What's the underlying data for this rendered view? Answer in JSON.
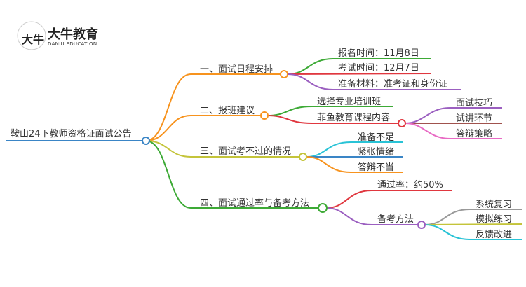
{
  "logo": {
    "name_cn": "大牛教育",
    "name_en": "DANIU EDUCATION",
    "mark": "大牛"
  },
  "root": {
    "label": "鞍山24下教师资格证面试公告",
    "color": "#3a85c6"
  },
  "branches": [
    {
      "label": "一、面试日程安排",
      "color": "#f7931e",
      "children": [
        {
          "label": "报名时间：11月8日",
          "color": "#3daa36"
        },
        {
          "label": "考试时间：12月7日",
          "color": "#e0373f"
        },
        {
          "label": "准备材料：准考证和身份证",
          "color": "#9b5fc0"
        }
      ]
    },
    {
      "label": "二、报班建议",
      "color": "#f7931e",
      "children": [
        {
          "label": "选择专业培训班",
          "color": "#3daa36"
        },
        {
          "label": "菲鱼教育课程内容",
          "color": "#e0373f",
          "children": [
            {
              "label": "面试技巧",
              "color": "#9b5fc0"
            },
            {
              "label": "试讲环节",
              "color": "#a0524d"
            },
            {
              "label": "答辩策略",
              "color": "#e86ac4"
            }
          ]
        }
      ]
    },
    {
      "label": "三、面试考不过的情况",
      "color": "#c4c43a",
      "children": [
        {
          "label": "准备不足",
          "color": "#29c3d6"
        },
        {
          "label": "紧张情绪",
          "color": "#3a85c6"
        },
        {
          "label": "答辩不当",
          "color": "#f7931e"
        }
      ]
    },
    {
      "label": "四、面试通过率与备考方法",
      "color": "#3daa36",
      "children": [
        {
          "label": "通过率：约50%",
          "color": "#e0373f"
        },
        {
          "label": "备考方法",
          "color": "#9b5fc0",
          "children": [
            {
              "label": "系统复习",
              "color": "#999999"
            },
            {
              "label": "模拟练习",
              "color": "#c4c43a"
            },
            {
              "label": "反馈改进",
              "color": "#29c3d6"
            }
          ]
        }
      ]
    }
  ]
}
